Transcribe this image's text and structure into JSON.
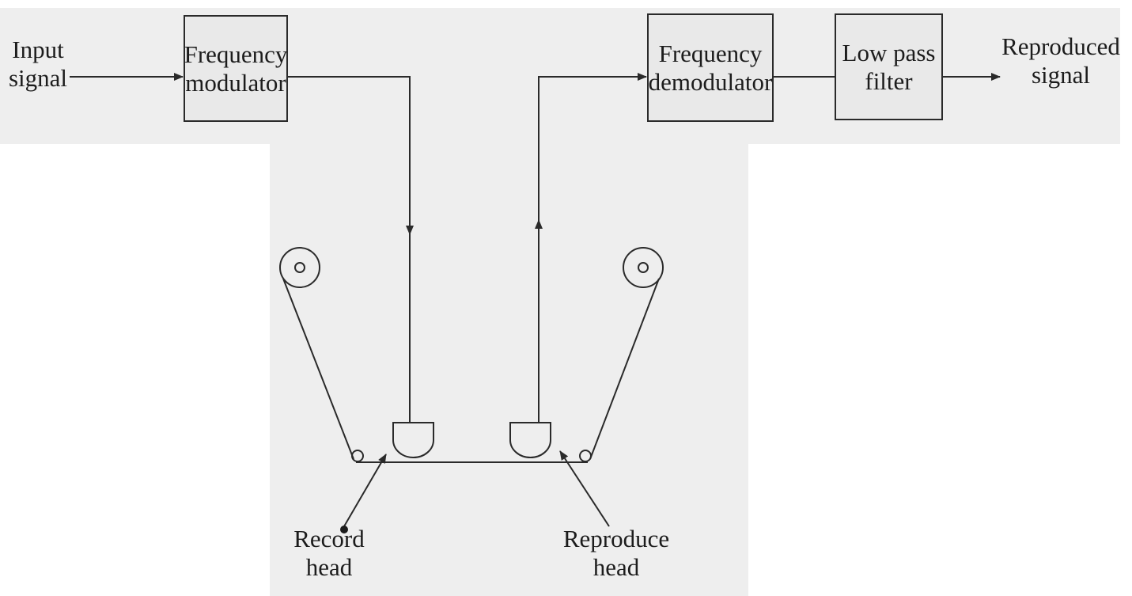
{
  "input": {
    "line1": "Input",
    "line2": "signal"
  },
  "modulator": {
    "line1": "Frequency",
    "line2": "modulator"
  },
  "demodulator": {
    "line1": "Frequency",
    "line2": "demodulator"
  },
  "filter": {
    "line1": "Low pass",
    "line2": "filter"
  },
  "output": {
    "line1": "Reproduced",
    "line2": "signal"
  },
  "record_head": {
    "line1": "Record",
    "line2": "head"
  },
  "reproduce_head": {
    "line1": "Reproduce",
    "line2": "head"
  },
  "colors": {
    "ink": "#2a2a2a",
    "background": "#eeeeee"
  }
}
